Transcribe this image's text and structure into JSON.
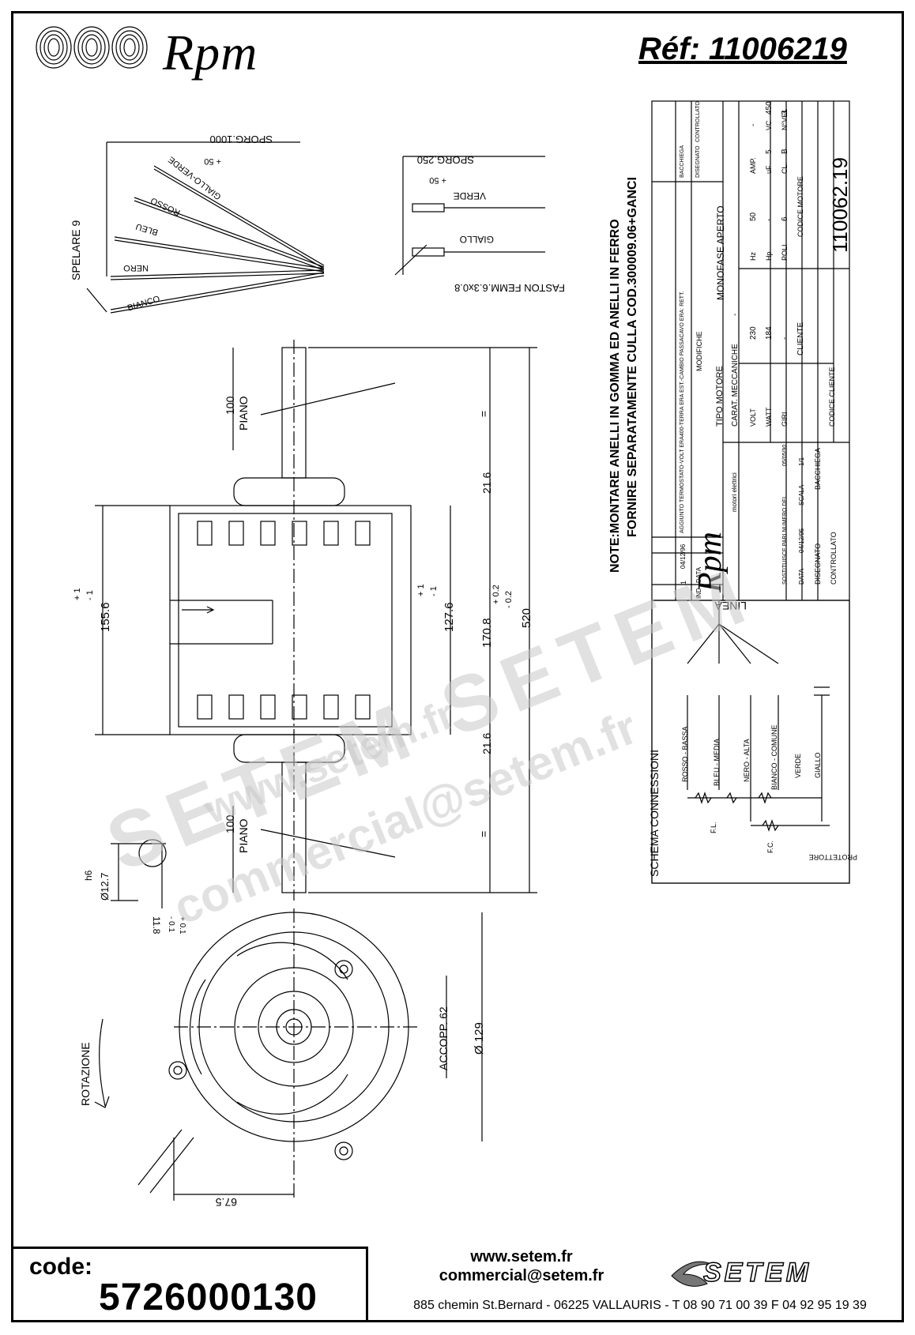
{
  "header": {
    "brand": "Rpm",
    "reference": "Réf:  11006219"
  },
  "wiring_leads": {
    "length": "SPORG.1000",
    "tolerance": "+ 50",
    "strip": "SPELARE 9",
    "colors": [
      "BIANCO",
      "NERO",
      "BLEU",
      "ROSSO",
      "GIALLO-VERDE"
    ]
  },
  "capacitor_leads": {
    "length": "SPORG.250",
    "tolerance": "+ 50",
    "colors": [
      "VERDE",
      "GIALLO"
    ],
    "faston": "FASTON FEMM.6.3x0.8"
  },
  "motor_side_view": {
    "dim_155": "155.6",
    "tol_155": [
      "+ 1",
      "- 1"
    ],
    "dim_127": "127.6",
    "tol_127": [
      "+ 1",
      "- 1"
    ],
    "dim_170": "170.8",
    "tol_170": [
      "+ 0.2",
      "- 0.2"
    ],
    "dim_520": "520",
    "dim_216_top": "21.6",
    "dim_216_bottom": "21.6",
    "equal_mark": "=",
    "shaft_flat": "100",
    "flat_label": "PIANO",
    "shaft_dia": "Ø12.7",
    "shaft_fit": "h6",
    "flat_depth": "11.8",
    "flat_tol": [
      "- 0.1",
      "+ 0.1"
    ]
  },
  "motor_front_view": {
    "dia": "Ø 129",
    "mounting": "ACCOPP. 62",
    "offset": "67.5",
    "rotation": "ROTAZIONE"
  },
  "notes": {
    "line1": "NOTE:MONTARE ANELLI IN GOMMA ED ANELLI IN FERRO",
    "line2": "FORNIRE SEPARATAMENTE CULLA COD.300009.06+GANCI"
  },
  "title_block": {
    "modifiche_header": "MODIFICHE",
    "revision_row": {
      "ind": "1",
      "data": "04/12/96",
      "text": "AGGIUNTO TERMOSTATO-VOLT ERA400-TERRA ERA EST.-CAMBIO PASSACAVO ERA: RETT."
    },
    "ind_label": "IND",
    "data_label": "DATA",
    "bacchiega": "BACCHIEGA",
    "disegnato": "DISEGNATO",
    "controllato": "CONTROLLATO",
    "tipo_motore_label": "TIPO MOTORE",
    "tipo_motore": "MONOFASE APERTO",
    "carat_label": "CARAT. MECCANICHE",
    "carat_value": "-",
    "volt_label": "VOLT",
    "volt": "230",
    "hz_label": "Hz",
    "hz": "50",
    "amp_label": "AMP.",
    "amp": "-",
    "watt_label": "WATT",
    "watt": "184",
    "hp_label": "Hp",
    "hp": "-",
    "uf_label": "uF",
    "uf": "5",
    "vc_label": "VC",
    "vc": "450",
    "giri_label": "GIRI",
    "giri": "-",
    "poli_label": "POLI",
    "poli": "6",
    "cl_label": "CL.",
    "cl": "B",
    "nvel_label": "N°VEL",
    "nvel": "3",
    "cliente_label": "CLIENTE",
    "codice_motore_label": "CODICE MOTORE",
    "codice_motore": "110062.19",
    "codice_cliente_label": "CODICE CLIENTE",
    "sostituisce_label": "SOSTITUISCE PARI NUMERO DEL",
    "sostituisce_date": "05/05/90",
    "data_row_label": "DATA",
    "data_row": "04/12/95",
    "scala_label": "SCALA",
    "scala": "1/1",
    "disegnato_name": "BACCHIEGA",
    "rpm_logo": "Rpm",
    "rpm_sub": "motori elettrici"
  },
  "schema": {
    "title": "SCHEMA CONNESSIONI",
    "linea": "LINEA",
    "wires": [
      "ROSSO - BASSA",
      "BLEU - MEDIA",
      "NERO - ALTA",
      "BIANCO - COMUNE",
      "VERDE",
      "GIALLO"
    ],
    "fl": "F.L.",
    "fc": "F.C.",
    "protettore": "PROTETTORE"
  },
  "footer": {
    "code_label": "code:",
    "code": "5726000130",
    "website": "www.setem.fr",
    "email": "commercial@setem.fr",
    "address": "885 chemin St.Bernard  -  06225 VALLAURIS  -  T 08 90 71 00 39  F 04 92 95 19 39",
    "company": "SETEM"
  },
  "watermark": {
    "w1": "www.setem.fr",
    "w2": "SETEM SETEM",
    "w3": "commercial@setem.fr"
  }
}
